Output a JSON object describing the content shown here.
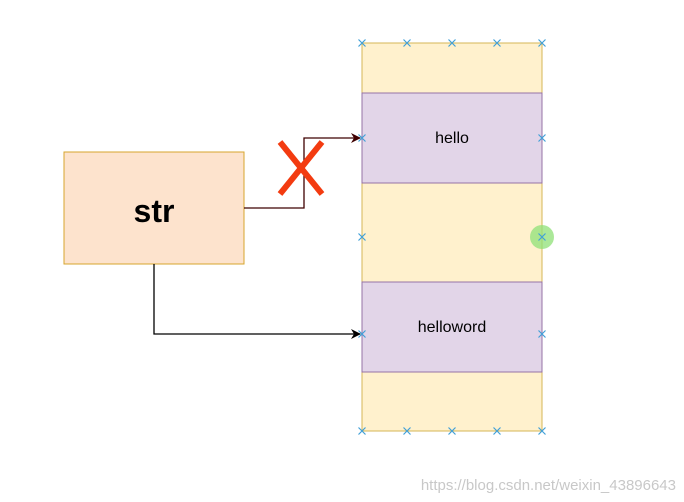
{
  "diagram": {
    "variable": {
      "label": "str"
    },
    "blocks": [
      {
        "label": "hello",
        "status": "removed"
      },
      {
        "label": "helloword",
        "status": "active"
      }
    ],
    "colors": {
      "variable_fill": "#fde3cd",
      "variable_stroke": "#d7a62d",
      "memory_fill": "#fff1cd",
      "memory_stroke": "#d6b656",
      "block_fill": "#e2d5e8",
      "block_stroke": "#9673a6",
      "cross": "#f33b10",
      "connection_marker": "#41a0d8",
      "selection_highlight": "#8fe077",
      "old_arrow": "#3f0000",
      "new_arrow": "#000000"
    }
  },
  "watermark": "https://blog.csdn.net/weixin_43896643"
}
